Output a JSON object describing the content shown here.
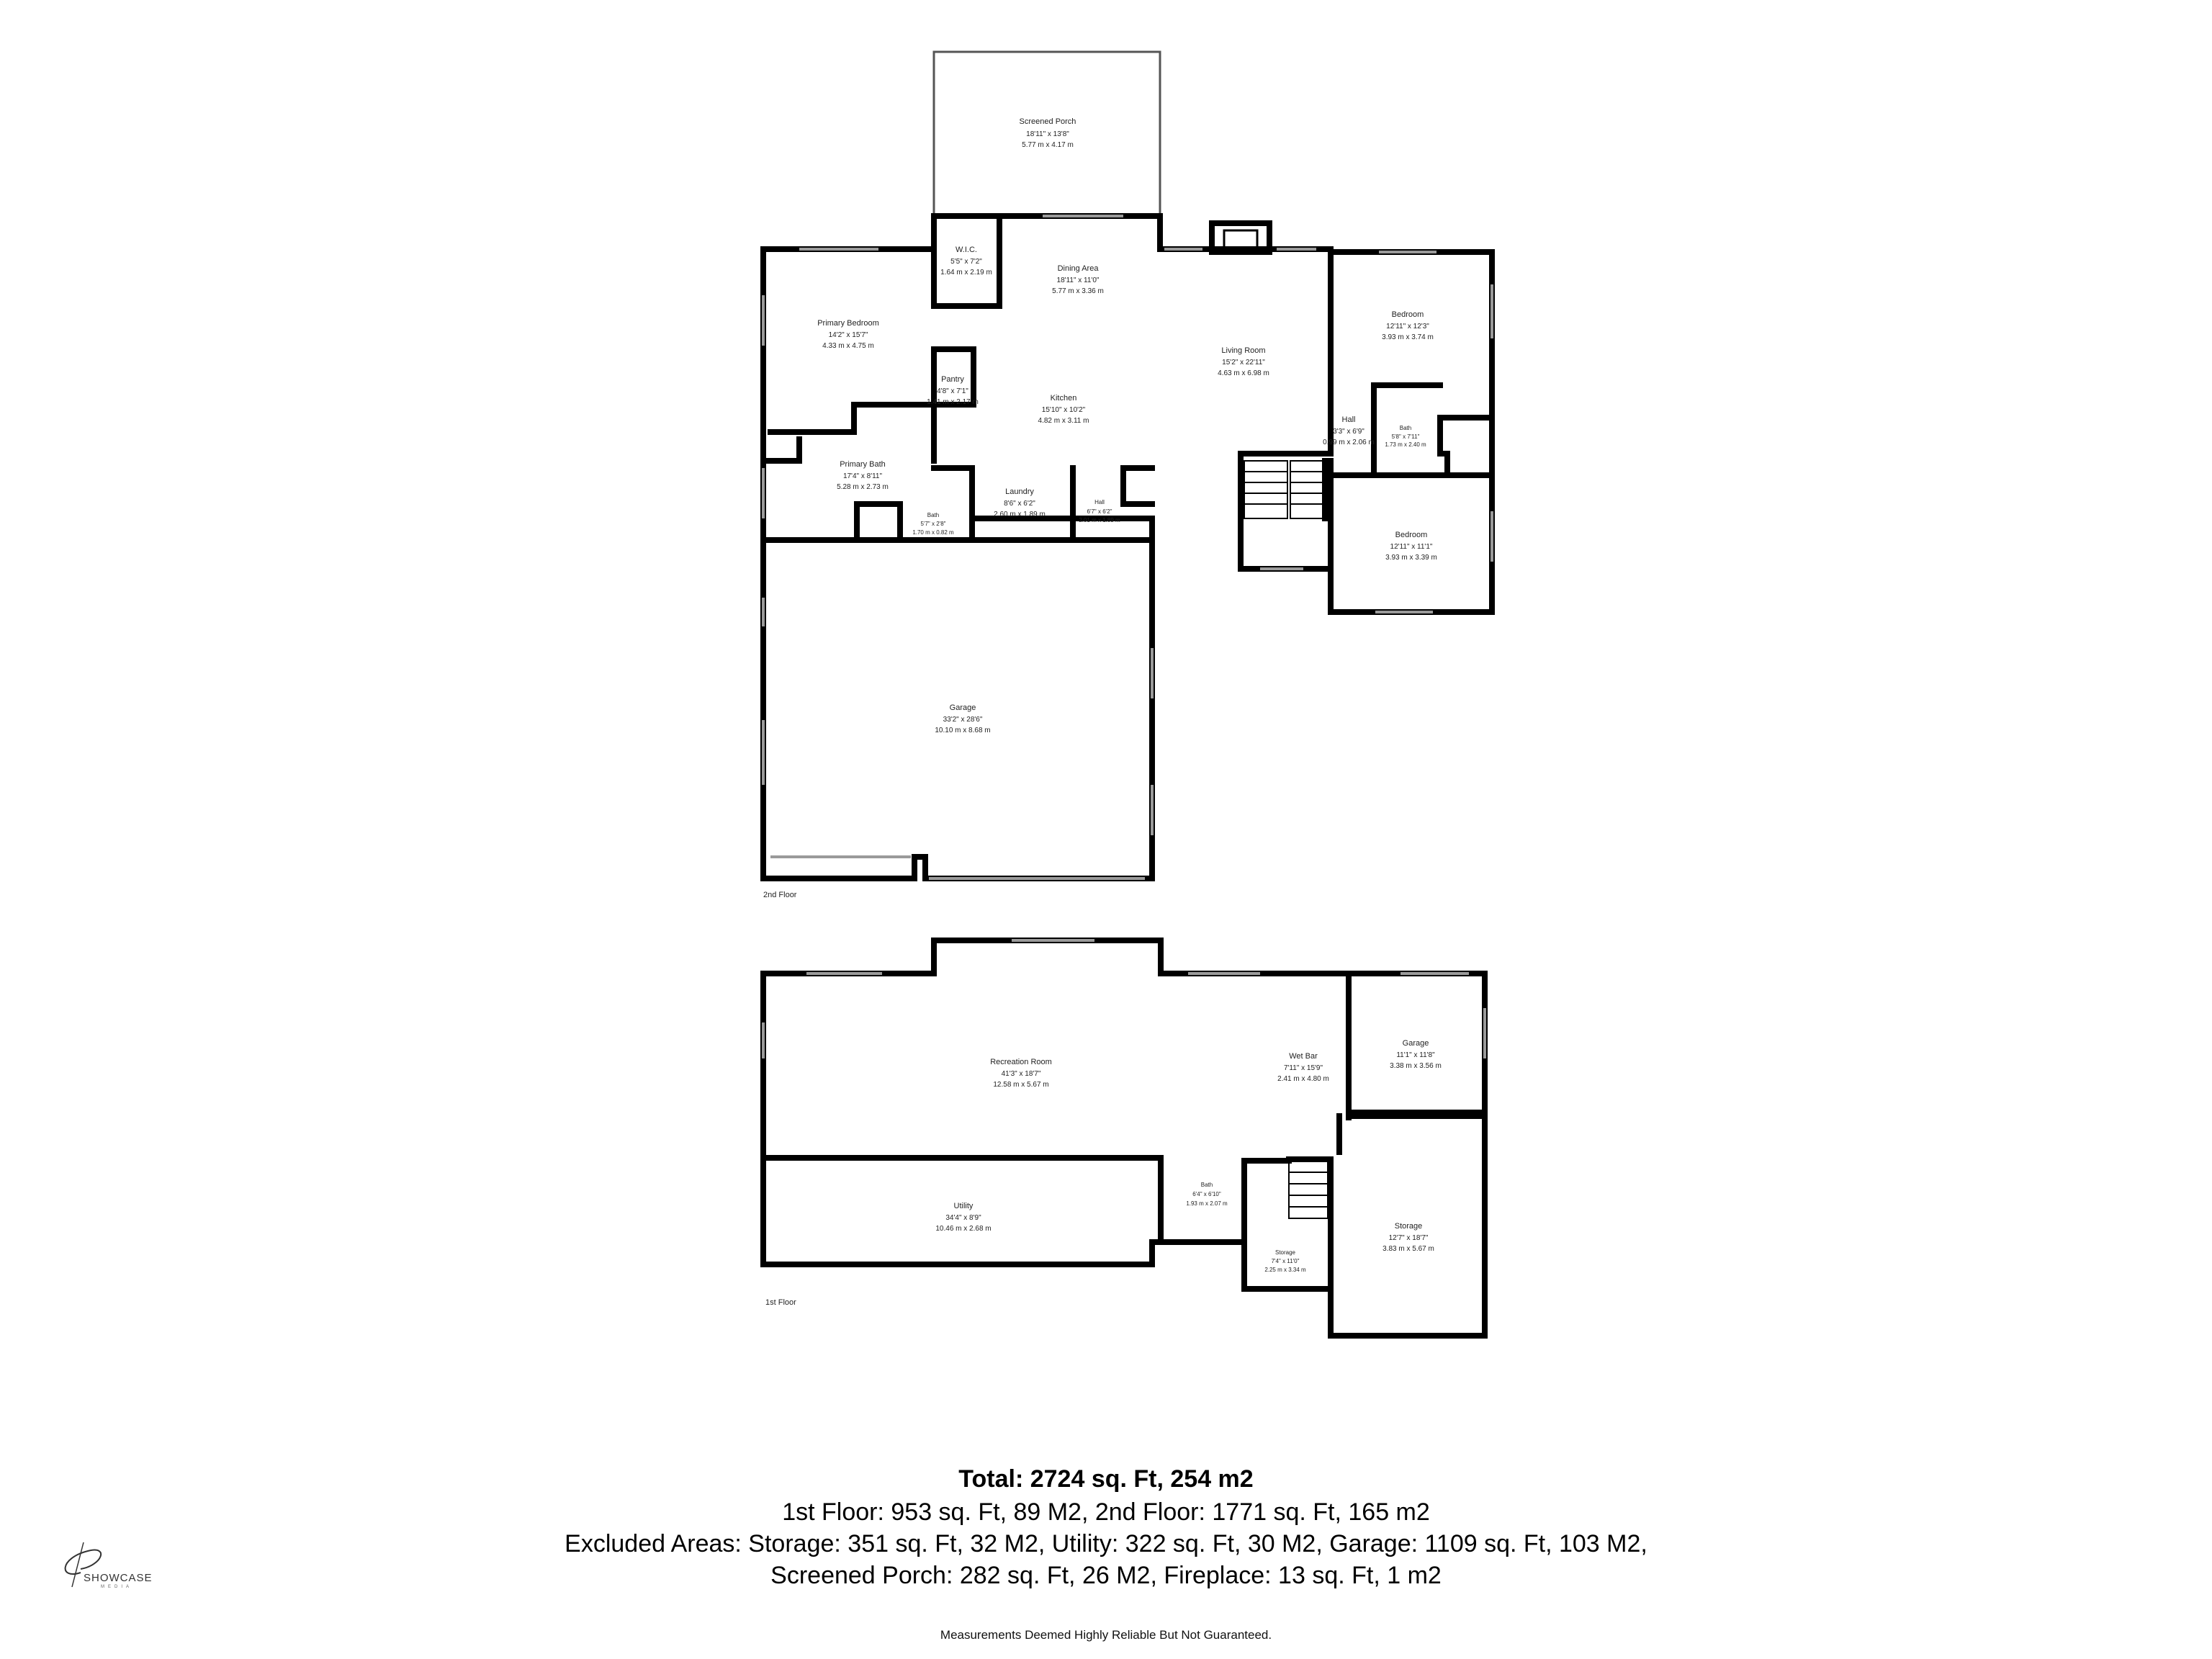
{
  "floors": [
    {
      "label": "2nd Floor",
      "rooms": [
        {
          "name": "Screened Porch",
          "ft": "18'11\" x 13'8\"",
          "m": "5.77 m x 4.17 m"
        },
        {
          "name": "W.I.C.",
          "ft": "5'5\" x 7'2\"",
          "m": "1.64 m x 2.19 m"
        },
        {
          "name": "Dining Area",
          "ft": "18'11\" x 11'0\"",
          "m": "5.77 m x 3.36 m"
        },
        {
          "name": "Primary Bedroom",
          "ft": "14'2\" x 15'7\"",
          "m": "4.33 m x 4.75 m"
        },
        {
          "name": "Pantry",
          "ft": "4'8\" x 7'1\"",
          "m": "1.41 m x 2.17 m"
        },
        {
          "name": "Kitchen",
          "ft": "15'10\" x 10'2\"",
          "m": "4.82 m x 3.11 m"
        },
        {
          "name": "Living Room",
          "ft": "15'2\" x 22'11\"",
          "m": "4.63 m x 6.98 m"
        },
        {
          "name": "Bedroom",
          "ft": "12'11\" x 12'3\"",
          "m": "3.93 m x 3.74 m"
        },
        {
          "name": "Hall",
          "ft": "3'3\" x 6'9\"",
          "m": "0.99 m x 2.06 m"
        },
        {
          "name": "Bath",
          "ft": "5'8\" x 7'11\"",
          "m": "1.73 m x 2.40 m"
        },
        {
          "name": "Primary Bath",
          "ft": "17'4\" x 8'11\"",
          "m": "5.28 m x 2.73 m"
        },
        {
          "name": "Laundry",
          "ft": "8'6\" x 6'2\"",
          "m": "2.60 m x 1.89 m"
        },
        {
          "name": "Hall",
          "ft": "6'7\" x 6'2\"",
          "m": "2.01 m x 1.89 m"
        },
        {
          "name": "Bath",
          "ft": "5'7\" x 2'8\"",
          "m": "1.70 m x 0.82 m"
        },
        {
          "name": "Bedroom",
          "ft": "12'11\" x 11'1\"",
          "m": "3.93 m x 3.39 m"
        },
        {
          "name": "Garage",
          "ft": "33'2\" x 28'6\"",
          "m": "10.10 m x 8.68 m"
        }
      ]
    },
    {
      "label": "1st Floor",
      "rooms": [
        {
          "name": "Recreation Room",
          "ft": "41'3\" x 18'7\"",
          "m": "12.58 m x 5.67 m"
        },
        {
          "name": "Wet Bar",
          "ft": "7'11\" x 15'9\"",
          "m": "2.41 m x 4.80 m"
        },
        {
          "name": "Garage",
          "ft": "11'1\" x 11'8\"",
          "m": "3.38 m x 3.56 m"
        },
        {
          "name": "Utility",
          "ft": "34'4\" x 8'9\"",
          "m": "10.46 m x 2.68 m"
        },
        {
          "name": "Bath",
          "ft": "6'4\" x 6'10\"",
          "m": "1.93 m x 2.07 m"
        },
        {
          "name": "Storage",
          "ft": "12'7\" x 18'7\"",
          "m": "3.83 m x 5.67 m"
        },
        {
          "name": "Storage",
          "ft": "7'4\" x 11'0\"",
          "m": "2.25 m x 3.34 m"
        }
      ]
    }
  ],
  "summary": {
    "total": "Total: 2724 sq. Ft, 254 m2",
    "floors_line": "1st Floor: 953 sq. Ft, 89 M2, 2nd Floor: 1771 sq. Ft, 165 m2",
    "excluded_line1": "Excluded Areas: Storage: 351 sq. Ft, 32 M2, Utility: 322 sq. Ft, 30 M2, Garage: 1109 sq. Ft, 103 M2,",
    "excluded_line2": "Screened Porch: 282 sq. Ft, 26 M2, Fireplace: 13 sq. Ft, 1 m2"
  },
  "disclaimer": "Measurements Deemed Highly Reliable But Not Guaranteed.",
  "logo": {
    "name": "SHOWCASE",
    "sub": "MEDIA"
  },
  "colors": {
    "wall": "#000000",
    "window": "#9a9a9a",
    "background": "#ffffff"
  }
}
